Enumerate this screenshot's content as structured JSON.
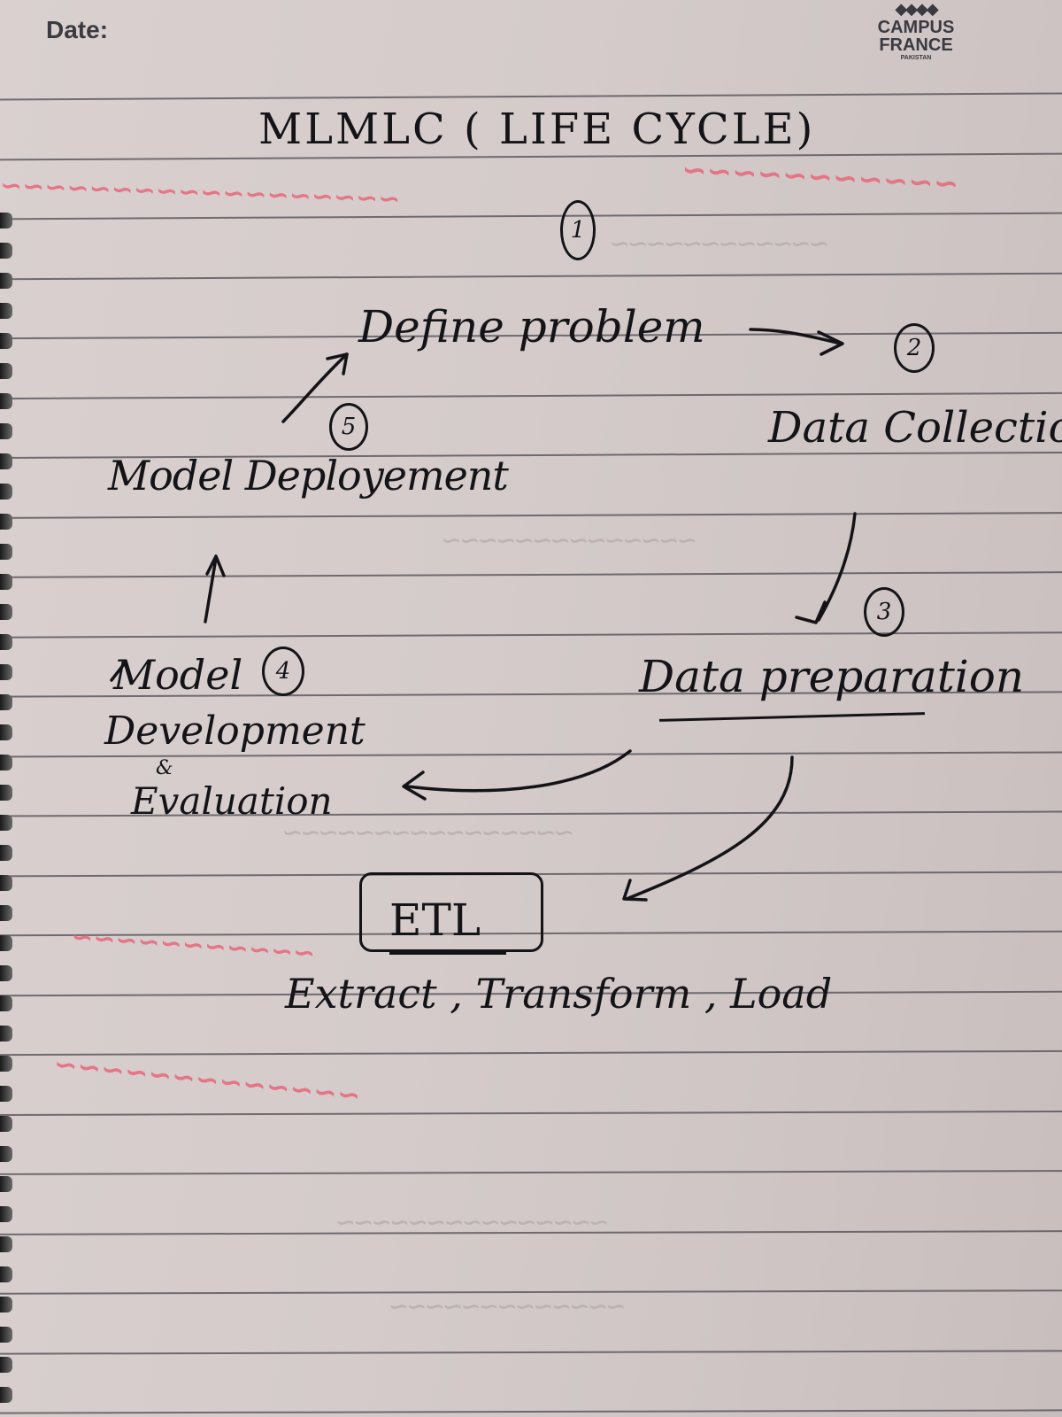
{
  "header": {
    "date_label": "Date:",
    "brand_line1": "CAMPUS",
    "brand_line2": "FRANCE",
    "brand_line3": "PAKISTAN"
  },
  "title": "MLMLC ( LIFE CYCLE)",
  "steps": [
    {
      "number": "1",
      "label": "Define problem"
    },
    {
      "number": "2",
      "label": "Data Collection"
    },
    {
      "number": "3",
      "label": "Data preparation"
    },
    {
      "number": "4",
      "label": "Model Development & Evaluation",
      "line1": "Model",
      "line2": "Development",
      "amp": "&",
      "line3": "Evaluation"
    },
    {
      "number": "5",
      "label": "Model Deployement"
    }
  ],
  "etl": {
    "box_label": "ETL",
    "expansion": "Extract , Transform , Load"
  },
  "colors": {
    "ink": "#141418",
    "pink_bleed": "#e8677a",
    "paper": "#d4cbca",
    "rule": "#4d4a52"
  }
}
